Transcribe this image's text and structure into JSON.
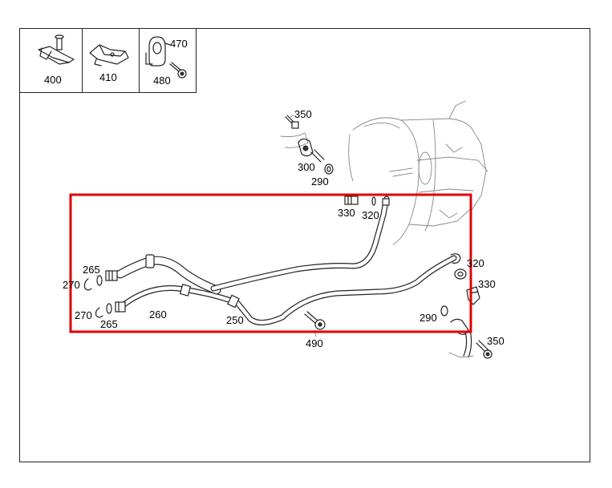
{
  "diagram": {
    "highlight_color": "#e00000",
    "legend_parts": [
      {
        "id": "legend-part-400",
        "label": "400"
      },
      {
        "id": "legend-part-410",
        "label": "410"
      },
      {
        "id": "legend-part-470",
        "label": "470"
      },
      {
        "id": "legend-part-480",
        "label": "480"
      }
    ],
    "callouts": [
      {
        "id": "callout-350-top",
        "label": "350"
      },
      {
        "id": "callout-300",
        "label": "300"
      },
      {
        "id": "callout-290-top",
        "label": "290"
      },
      {
        "id": "callout-330-top",
        "label": "330"
      },
      {
        "id": "callout-320-top",
        "label": "320"
      },
      {
        "id": "callout-265-upper",
        "label": "265"
      },
      {
        "id": "callout-270-upper",
        "label": "270"
      },
      {
        "id": "callout-270-lower",
        "label": "270"
      },
      {
        "id": "callout-265-lower",
        "label": "265"
      },
      {
        "id": "callout-260",
        "label": "260"
      },
      {
        "id": "callout-250",
        "label": "250"
      },
      {
        "id": "callout-320-right",
        "label": "320"
      },
      {
        "id": "callout-330-right",
        "label": "330"
      },
      {
        "id": "callout-290-right",
        "label": "290"
      },
      {
        "id": "callout-490",
        "label": "490"
      },
      {
        "id": "callout-350-right",
        "label": "350"
      }
    ]
  }
}
